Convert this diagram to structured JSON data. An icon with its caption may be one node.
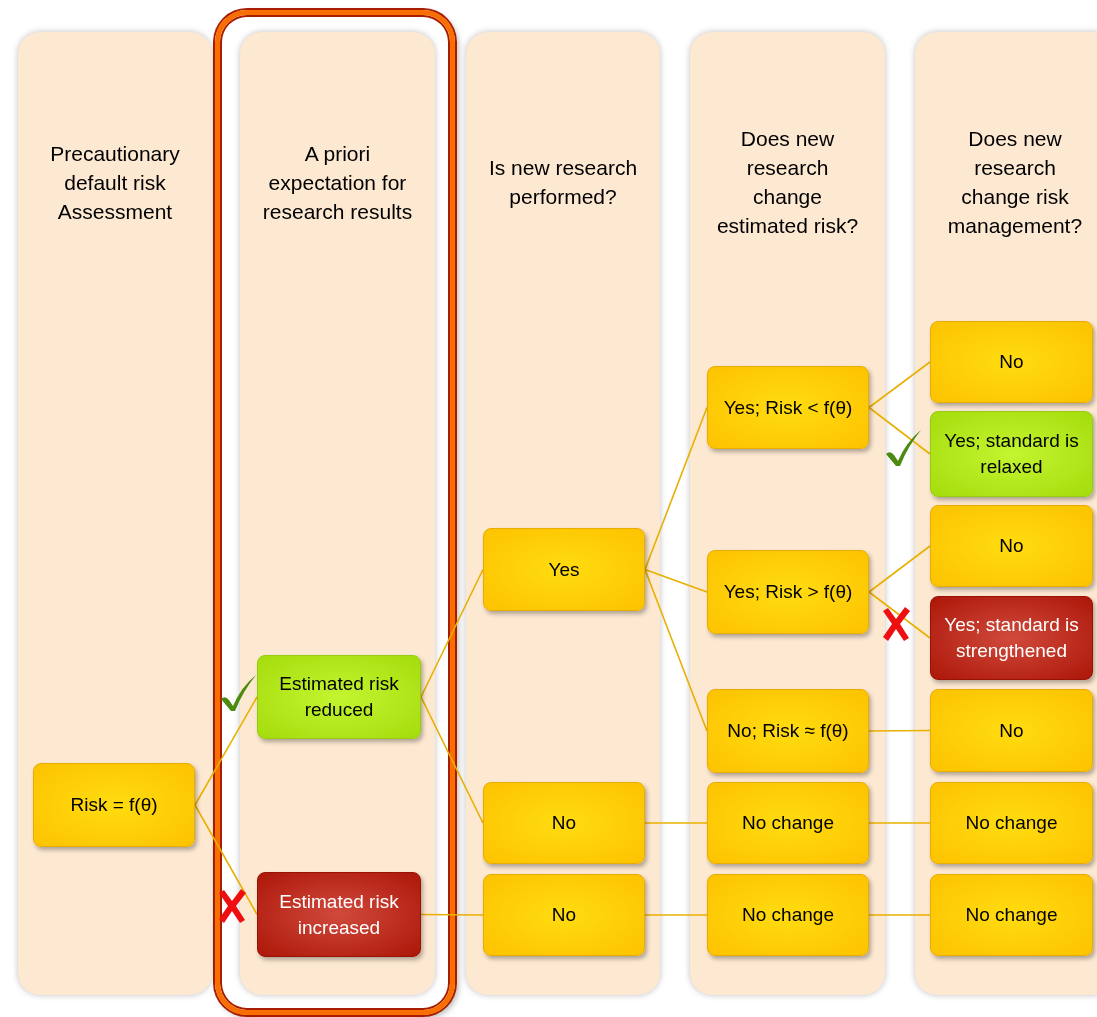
{
  "diagram": {
    "nodes": [
      {
        "text": [
          "Precautionary default risk Assessment"
        ]
      },
      {
        "text": [
          "A priori expectation for research results"
        ]
      },
      {
        "text": [
          "Is new research performed?"
        ]
      },
      {
        "text": [
          "Does new research change estimated risk?"
        ]
      },
      {
        "text": [
          "Does new research change risk management?"
        ]
      },
      {
        "text": [
          "Risk = f(θ)"
        ],
        "in": 0
      },
      {
        "text": [
          "Estimated risk reduced"
        ],
        "in": 1
      },
      {
        "text": [
          "Estimated risk increased"
        ],
        "in": 1
      },
      {
        "text": [
          "Yes"
        ],
        "in": 2
      },
      {
        "text": [
          "No"
        ],
        "in": 2
      },
      {
        "text": [
          "No"
        ],
        "in": 2
      },
      {
        "text": [
          "Yes; Risk < f(θ)"
        ],
        "in": 3
      },
      {
        "text": [
          "Yes; Risk > f(θ)"
        ],
        "in": 3
      },
      {
        "text": [
          "No; Risk ≈ f(θ)"
        ],
        "in": 3
      },
      {
        "text": [
          "No change"
        ],
        "in": 3
      },
      {
        "text": [
          "No change"
        ],
        "in": 3
      },
      {
        "text": [
          "No"
        ],
        "in": 4
      },
      {
        "text": [
          "Yes; standard is relaxed"
        ],
        "in": 4
      },
      {
        "text": [
          "No"
        ],
        "in": 4
      },
      {
        "text": [
          "Yes; standard is strengthened"
        ],
        "in": 4
      },
      {
        "text": [
          "No"
        ],
        "in": 4
      },
      {
        "text": [
          "No change"
        ],
        "in": 4
      },
      {
        "text": [
          "No change"
        ],
        "in": 4
      }
    ],
    "edges": [
      {
        "from": 5,
        "to": 6,
        "arrow": "none"
      },
      {
        "from": 5,
        "to": 7,
        "arrow": "none"
      },
      {
        "from": 6,
        "to": 8,
        "arrow": "none"
      },
      {
        "from": 6,
        "to": 9,
        "arrow": "none"
      },
      {
        "from": 7,
        "to": 10,
        "arrow": "none"
      },
      {
        "from": 8,
        "to": 11,
        "arrow": "none"
      },
      {
        "from": 8,
        "to": 12,
        "arrow": "none"
      },
      {
        "from": 8,
        "to": 13,
        "arrow": "none"
      },
      {
        "from": 9,
        "to": 14,
        "arrow": "none"
      },
      {
        "from": 10,
        "to": 15,
        "arrow": "none"
      },
      {
        "from": 11,
        "to": 16,
        "arrow": "none"
      },
      {
        "from": 11,
        "to": 17,
        "arrow": "none"
      },
      {
        "from": 12,
        "to": 18,
        "arrow": "none"
      },
      {
        "from": 12,
        "to": 19,
        "arrow": "none"
      },
      {
        "from": 13,
        "to": 20,
        "arrow": "none"
      },
      {
        "from": 14,
        "to": 21,
        "arrow": "none"
      },
      {
        "from": 15,
        "to": 22,
        "arrow": "none"
      }
    ]
  }
}
